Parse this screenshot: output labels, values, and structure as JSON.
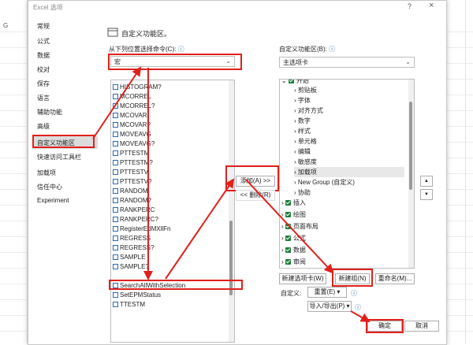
{
  "app": {
    "title": "Excel 选项",
    "help": "?",
    "close": "×",
    "col_g": "G"
  },
  "nav": {
    "items": [
      "常规",
      "公式",
      "数据",
      "校对",
      "保存",
      "语言",
      "辅助功能",
      "高级",
      "自定义功能区",
      "快速访问工具栏",
      "加载项",
      "信任中心",
      "Experiment"
    ]
  },
  "section_title": "自定义功能区。",
  "left": {
    "label": "从下列位置选择命令(C):",
    "info": "ⓘ",
    "combo_value": "宏",
    "items": [
      "HISTOGRAM?",
      "MCORREL",
      "MCORREL?",
      "MCOVAR",
      "MCOVAR?",
      "MOVEAVG",
      "MOVEAVG?",
      "PTTESTM",
      "PTTESTM?",
      "PTTESTV",
      "PTTESTV?",
      "RANDOM",
      "RANDOM?",
      "RANKPERC",
      "RANKPERC?",
      "RegisterEdMXllFn",
      "REGRESS",
      "REGRESS?",
      "SAMPLE",
      "SAMPLE?",
      "SearchAllWithSelection",
      "SetEPMStatus",
      "TTESTM"
    ],
    "selected": "SearchAllWithSelection"
  },
  "middle": {
    "add": "添加(A) >>",
    "remove": "<< 删除(R)"
  },
  "right": {
    "label": "自定义功能区(B):",
    "info": "ⓘ",
    "combo_value": "主选项卡",
    "top_partial": "开始",
    "children": [
      "剪贴板",
      "字体",
      "对齐方式",
      "数字",
      "样式",
      "单元格",
      "编辑",
      "敏感度",
      "加载项",
      "New Group (自定义)",
      "协助"
    ],
    "tabs": [
      "插入",
      "绘图",
      "页面布局",
      "公式",
      "数据",
      "审阅"
    ],
    "selected_child": "加载项"
  },
  "buttons": {
    "new_tab": "新建选项卡(W)",
    "new_group": "新建组(N)",
    "rename": "重命名(M)...",
    "customize_label": "自定义:",
    "reset": "重置(E) ▾",
    "import_export": "导入/导出(P) ▾",
    "ok": "确定",
    "cancel": "取消",
    "up": "▲",
    "down": "▼"
  },
  "colors": {
    "annotation": "#e0201b",
    "checkbox": "#1e7d3a"
  }
}
